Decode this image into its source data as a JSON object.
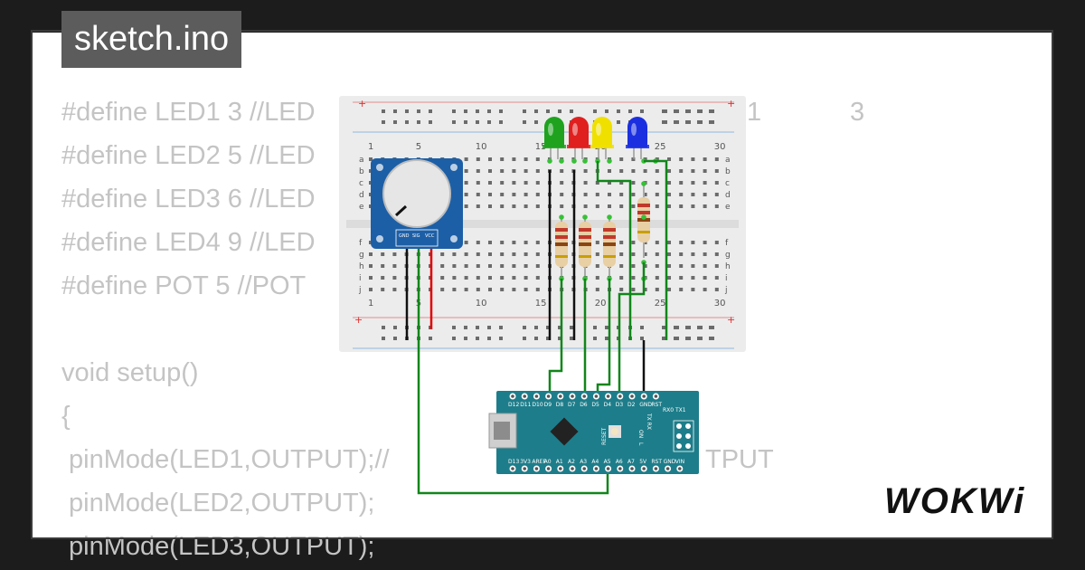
{
  "app": {
    "title": "sketch.ino",
    "logo": "WOKWi"
  },
  "code_lines": [
    "#define LED1 3 //LED",
    "#define LED2 5 //LED",
    "#define LED3 6 //LED",
    "#define LED4 9 //LED",
    "#define POT 5 //POT",
    "",
    "void setup()",
    "{",
    " pinMode(LED1,OUTPUT);//",
    " pinMode(LED2,OUTPUT);",
    " pinMode(LED3,OUTPUT);"
  ],
  "code_fragments": {
    "line1_right_a": "1",
    "line1_right_b": "3",
    "line9_right": "TPUT"
  },
  "breadboard": {
    "column_numbers": [
      "1",
      "5",
      "10",
      "15",
      "20",
      "25",
      "30"
    ],
    "rows_top": [
      "a",
      "b",
      "c",
      "d",
      "e"
    ],
    "rows_bottom": [
      "f",
      "g",
      "h",
      "i",
      "j"
    ],
    "plus": "+"
  },
  "potentiometer": {
    "pins": [
      "GND",
      "SIG",
      "VCC"
    ]
  },
  "arduino": {
    "top_pins": [
      "D12",
      "D11",
      "D10",
      "D9",
      "D8",
      "D7",
      "D6",
      "D5",
      "D4",
      "D3",
      "D2",
      "GND",
      "RST"
    ],
    "bottom_pins": [
      "D13",
      "3V3",
      "AREF",
      "A0",
      "A1",
      "A2",
      "A3",
      "A4",
      "A5",
      "A6",
      "A7",
      "5V",
      "RST",
      "GND",
      "VIN"
    ],
    "labels": {
      "reset": "RESET",
      "txrx": "TX RX",
      "on": "ON",
      "l": "L",
      "rx0tx1": "RX0 TX1"
    }
  },
  "leds": [
    {
      "color": "green",
      "hex": "#1fa31f"
    },
    {
      "color": "red",
      "hex": "#e0201f"
    },
    {
      "color": "yellow",
      "hex": "#f0e000"
    },
    {
      "color": "blue",
      "hex": "#1b2fe0"
    }
  ],
  "colors": {
    "wire_green": "#11861a",
    "wire_black": "#111111",
    "wire_red": "#e00000",
    "board_teal": "#1e7d8a"
  }
}
